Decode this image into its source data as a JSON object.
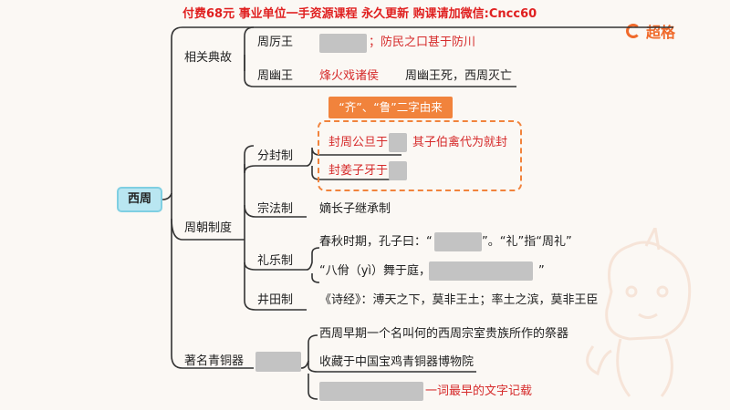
{
  "banner": "付费68元 事业单位一手资源课程 永久更新 购课请加微信:Cncc60",
  "logo": {
    "text": "超格",
    "icon": "g-logo-icon",
    "color": "#f06a2b"
  },
  "root": "西周",
  "branches": {
    "allusions": {
      "label": "相关典故",
      "items": [
        {
          "name": "周厉王",
          "text": "；防民之口甚于防川"
        },
        {
          "name": "周幽王",
          "text_red": "烽火戏诸侯",
          "text": "周幽王死，西周灭亡"
        }
      ]
    },
    "system": {
      "label": "周朝制度",
      "fenfeng": {
        "label": "分封制",
        "tag": "“齐”、“鲁”二字由来",
        "line1a": "封周公旦于",
        "line1b": "其子伯禽代为就封",
        "line2": "封姜子牙于"
      },
      "zongfa": {
        "label": "宗法制",
        "text": "嫡长子继承制"
      },
      "liyue": {
        "label": "礼乐制",
        "line1a": "春秋时期，孔子曰：“",
        "line1b": "”。“礼”指“周礼”",
        "line2a": "“八佾（yì）舞于庭，",
        "line2b": "”"
      },
      "jingtian": {
        "label": "井田制",
        "text": "《诗经》：溥天之下，莫非王土；率土之滨，莫非王臣"
      }
    },
    "bronze": {
      "label": "著名青铜器",
      "line1": "西周早期一个名叫何的西周宗室贵族所作的祭器",
      "line2": "收藏于中国宝鸡青铜器博物院",
      "line3": "一词最早的文字记载"
    }
  },
  "colors": {
    "line": "#333333",
    "accent": "#f1833c",
    "red": "#d62b2b",
    "root_bg": "#b9e6f1"
  }
}
